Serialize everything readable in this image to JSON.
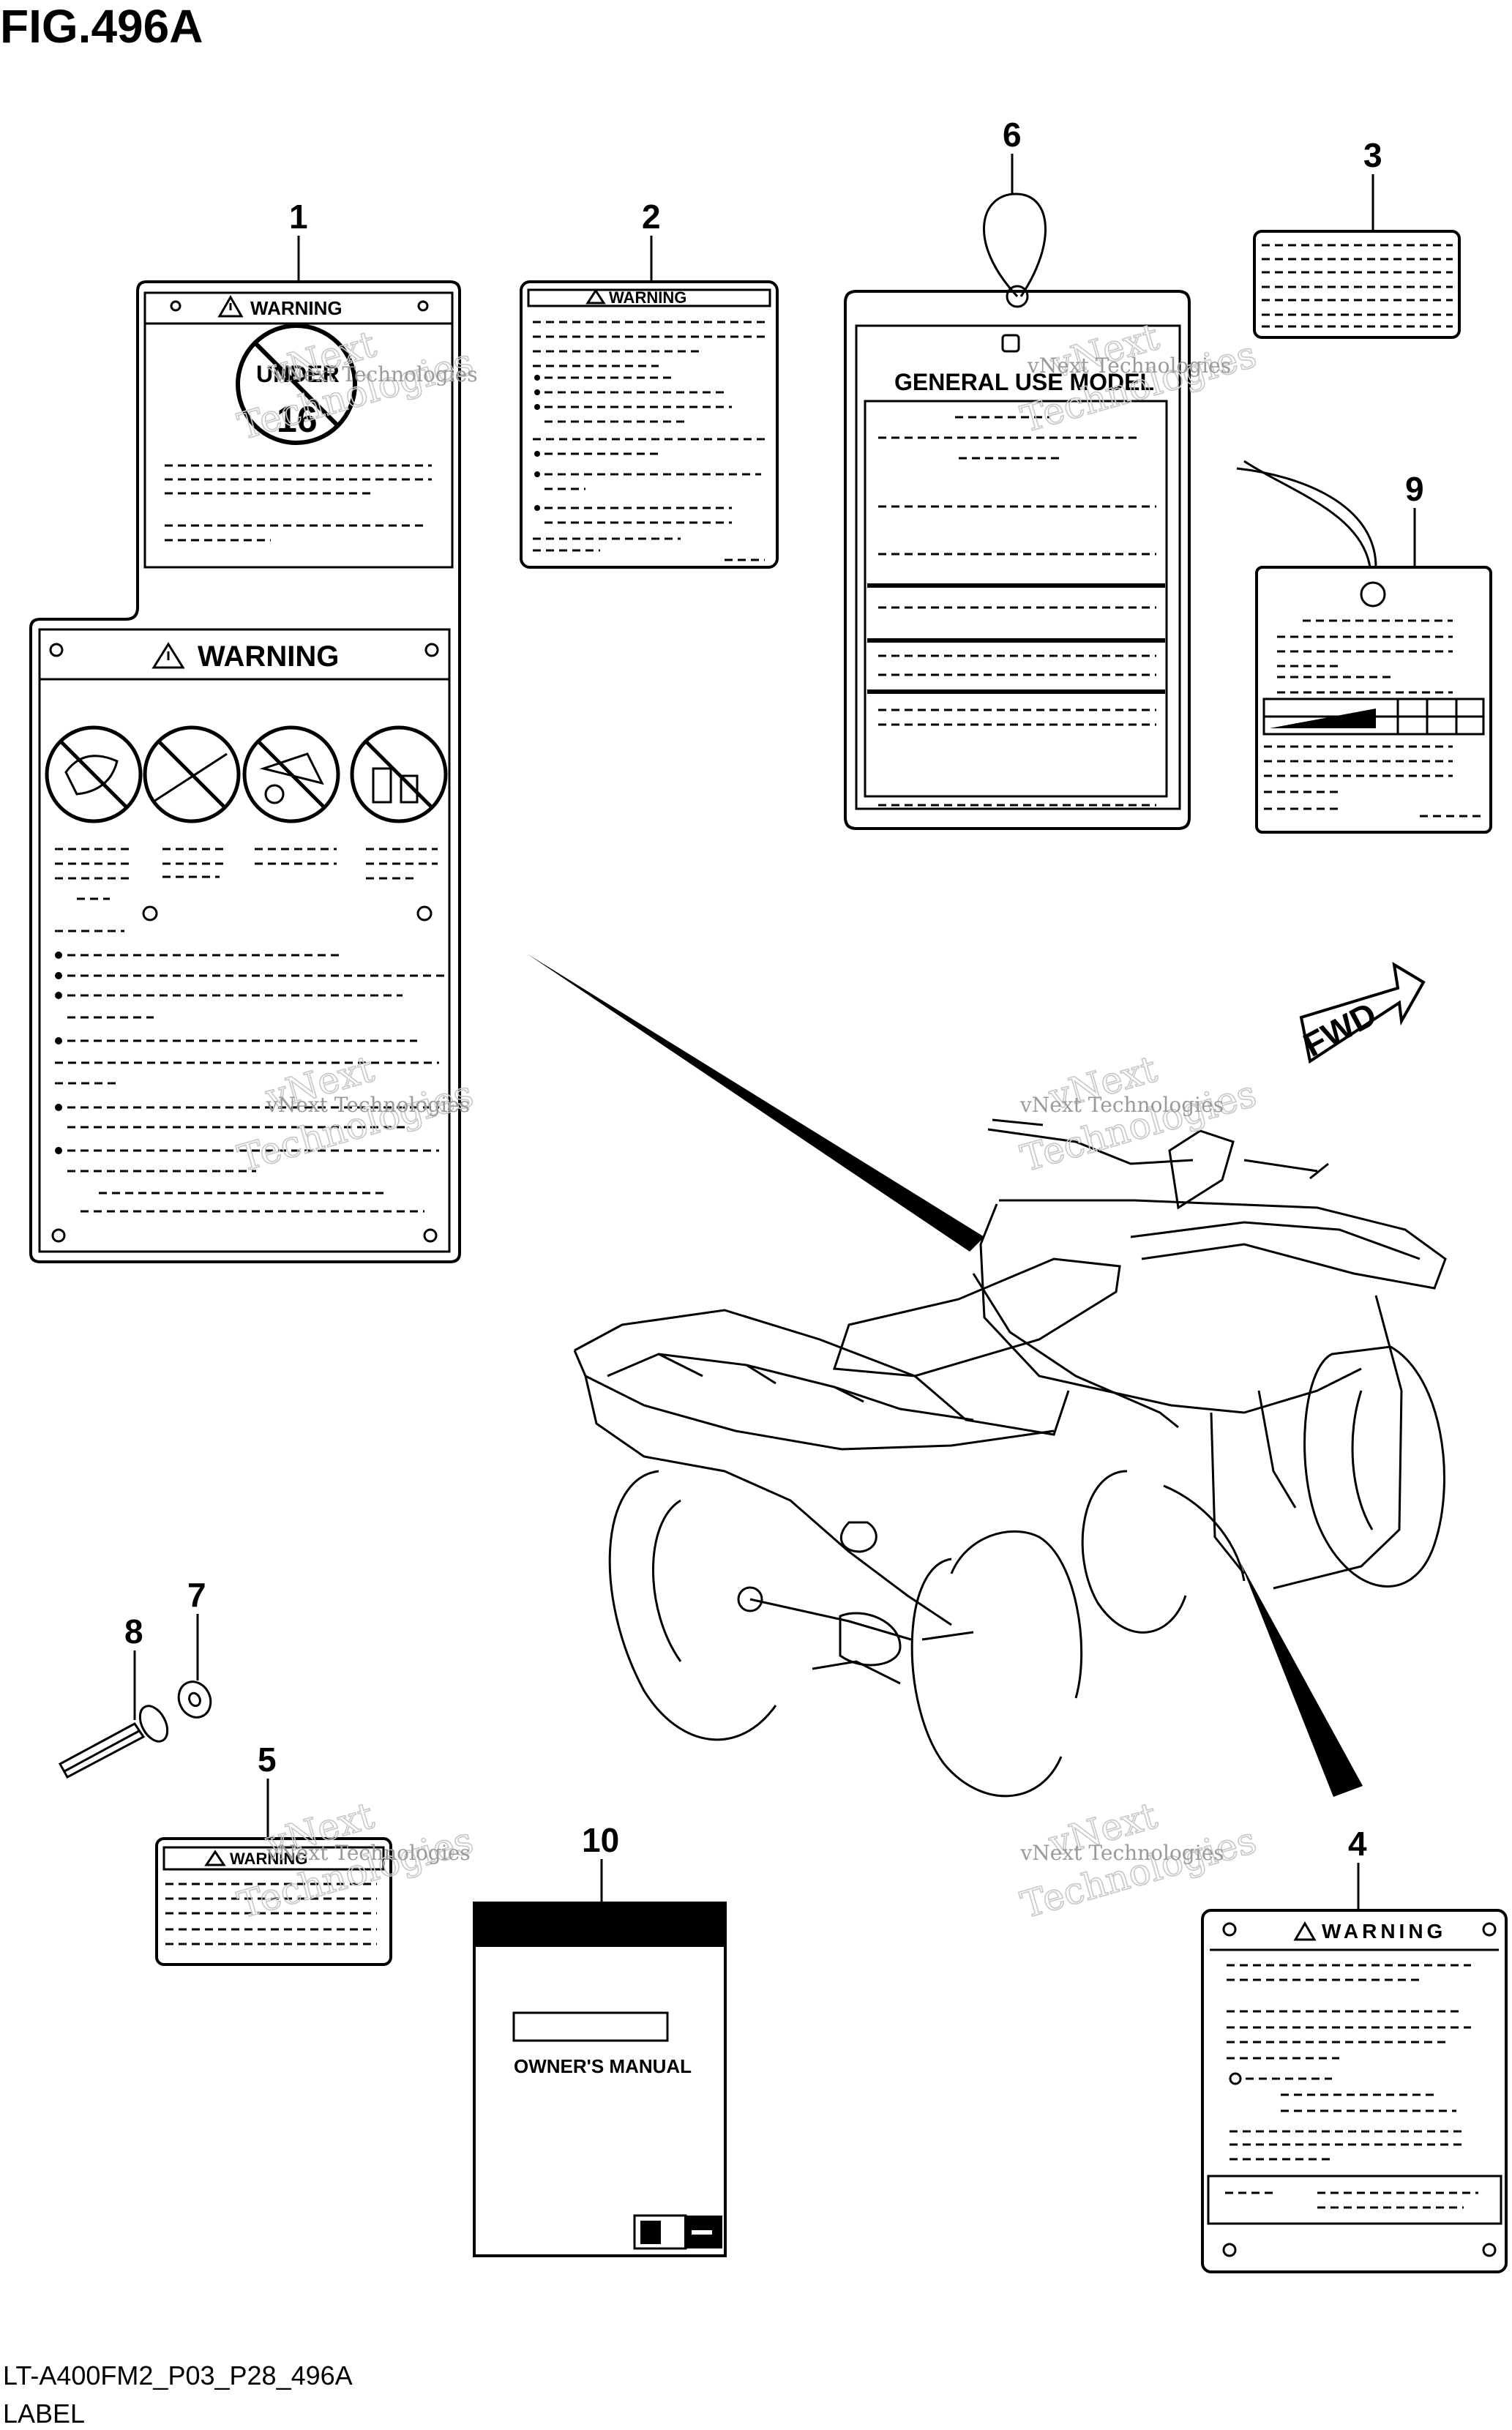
{
  "figure": {
    "title": "FIG.496A",
    "code": "LT-A400FM2_P03_P28_496A",
    "caption": "LABEL"
  },
  "callouts": [
    "1",
    "2",
    "3",
    "4",
    "5",
    "6",
    "7",
    "8",
    "9",
    "10"
  ],
  "labels": {
    "warning": "WARNING",
    "under": "UNDER",
    "age": "16",
    "general_use_model": "GENERAL USE MODEL",
    "owners_manual": "OWNER'S MANUAL",
    "fwd": "FWD"
  },
  "watermark": {
    "line1": "vNext",
    "line2": "Technologies",
    "small": "vNext Technologies"
  },
  "icons": [
    "warning-triangle-icon",
    "no-passenger-icon",
    "no-paved-road-icon",
    "no-rollover-icon",
    "no-alcohol-icon",
    "fwd-arrow-icon",
    "suzuki-logo-icon"
  ]
}
